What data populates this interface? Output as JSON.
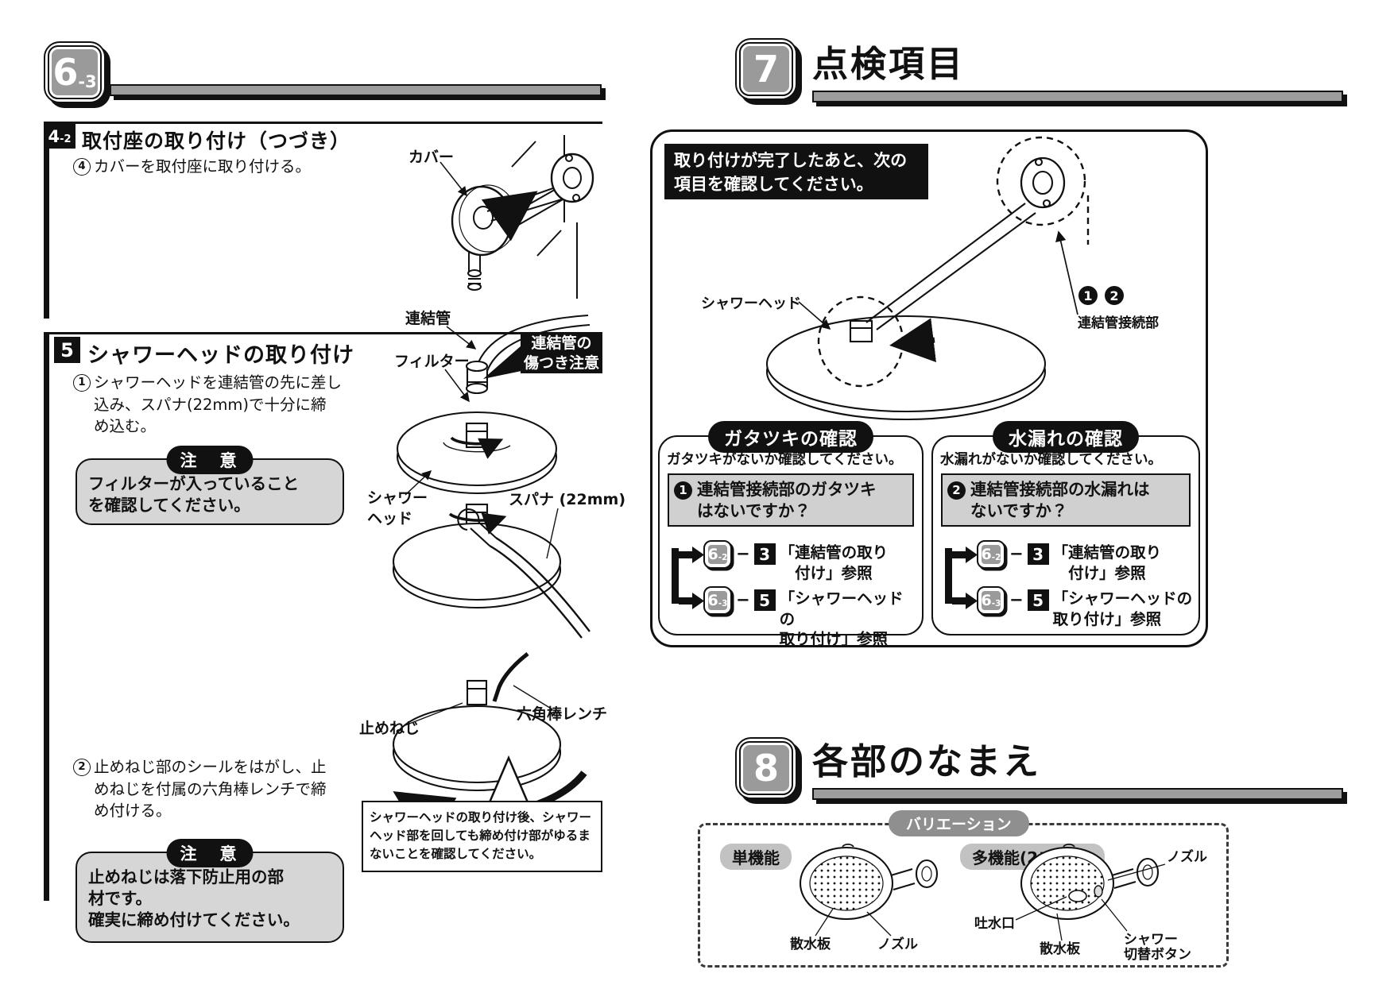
{
  "colors": {
    "ink": "#111111",
    "badge_gray": "#9a9a9a",
    "bar_gray": "#9c9c9c",
    "caution_fill": "#d6d6d6",
    "question_fill": "#d0d0d0",
    "pill_dark": "#8f8f8f",
    "pill_light": "#c2c2c2"
  },
  "left": {
    "badge": {
      "big": "6",
      "sub": "-3"
    },
    "sec42": {
      "num_main": "4",
      "num_sub": "-2",
      "title": "取付座の取り付け（つづき）",
      "step4": {
        "num": "4",
        "text": "カバーを取付座に取り付ける。"
      },
      "label_cover": "カバー"
    },
    "sec5": {
      "num": "5",
      "title": "シャワーヘッドの取り付け",
      "step1": {
        "num": "1",
        "text": "シャワーヘッドを連結管の先に差し\n込み、スパナ(22mm)で十分に締\nめ込む。"
      },
      "caution_label": "注　意",
      "caution1": "フィルターが入っていること\nを確認してください。",
      "warn_badge": "連結管の\n傷つき注意",
      "labels": {
        "renketsukan": "連結管",
        "filter": "フィルター",
        "shower1": "シャワー",
        "shower2": "ヘッド",
        "spanner": "スパナ (22mm)",
        "tomeneji": "止めねじ",
        "hex_wrench": "六角棒レンチ"
      },
      "step2": {
        "num": "2",
        "text": "止めねじ部のシールをはがし、止\nめねじを付属の六角棒レンチで締\nめ付ける。"
      },
      "caution2": "止めねじは落下防止用の部\n材です。\n確実に締め付けてください。",
      "note_bottom": "シャワーヘッドの取り付け後、シャワー\nヘッド部を回しても締め付け部がゆるま\nないことを確認してください。"
    }
  },
  "right": {
    "sec7": {
      "badge": "7",
      "title": "点検項目",
      "intro": "取り付けが完了したあと、次の\n項目を確認してください。",
      "label_shower_head": "シャワーヘッド",
      "marks": [
        {
          "num": "1"
        },
        {
          "num": "2"
        }
      ],
      "label_connection": "連結管接続部",
      "boxes": [
        {
          "title": "ガタツキの確認",
          "intro": "ガタツキがないか確認してください。",
          "q": {
            "num": "1",
            "text": "連結管接続部のガタツキ\nはないですか？"
          },
          "refs": [
            {
              "b_big": "6",
              "b_sub": "-2",
              "step": "3",
              "text": "「連結管の取り\n　付け」参照"
            },
            {
              "b_big": "6",
              "b_sub": "-3",
              "step": "5",
              "text": "「シャワーヘッドの\n取り付け」参照"
            }
          ]
        },
        {
          "title": "水漏れの確認",
          "intro": "水漏れがないか確認してください。",
          "q": {
            "num": "2",
            "text": "連結管接続部の水漏れは\nないですか？"
          },
          "refs": [
            {
              "b_big": "6",
              "b_sub": "-2",
              "step": "3",
              "text": "「連結管の取り\n　付け」参照"
            },
            {
              "b_big": "6",
              "b_sub": "-3",
              "step": "5",
              "text": "「シャワーヘッドの\n取り付け」参照"
            }
          ]
        }
      ]
    },
    "sec8": {
      "badge": "8",
      "title": "各部のなまえ",
      "variation": "バリエーション",
      "single": {
        "label": "単機能",
        "sansuiban": "散水板",
        "nozzle": "ノズル"
      },
      "multi": {
        "label": "多機能(2モード)",
        "nozzle": "ノズル",
        "tosuikou": "吐水口",
        "sansuiban": "散水板",
        "switch1": "シャワー",
        "switch2": "切替ボタン"
      }
    }
  }
}
